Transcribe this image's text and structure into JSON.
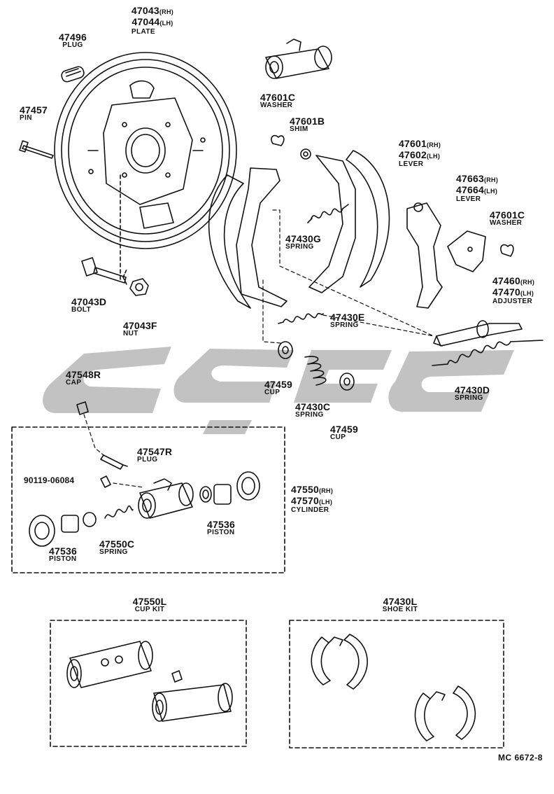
{
  "colors": {
    "ink": "#111111",
    "watermark": "#bdbdbd"
  },
  "watermark": {
    "text": "ىؤ غ",
    "kind": "logo"
  },
  "parts": {
    "plate": {
      "num_rh": "47043",
      "suf_rh": "(RH)",
      "num_lh": "47044",
      "suf_lh": "(LH)",
      "name": "PLATE"
    },
    "plug_top": {
      "num": "47496",
      "name": "PLUG"
    },
    "pin": {
      "num": "47457",
      "name": "PIN"
    },
    "bolt": {
      "num": "47043D",
      "name": "BOLT"
    },
    "nut": {
      "num": "47043F",
      "name": "NUT"
    },
    "washer1": {
      "num": "47601C",
      "name": "WASHER"
    },
    "shim": {
      "num": "47601B",
      "name": "SHIM"
    },
    "spring_g": {
      "num": "47430G",
      "name": "SPRING"
    },
    "lever1": {
      "num_rh": "47601",
      "suf_rh": "(RH)",
      "num_lh": "47602",
      "suf_lh": "(LH)",
      "name": "LEVER"
    },
    "lever2": {
      "num_rh": "47663",
      "suf_rh": "(RH)",
      "num_lh": "47664",
      "suf_lh": "(LH)",
      "name": "LEVER"
    },
    "washer2": {
      "num": "47601C",
      "name": "WASHER"
    },
    "adjuster": {
      "num_rh": "47460",
      "suf_rh": "(RH)",
      "num_lh": "47470",
      "suf_lh": "(LH)",
      "name": "ADJUSTER"
    },
    "spring_e": {
      "num": "47430E",
      "name": "SPRING"
    },
    "spring_d": {
      "num": "47430D",
      "name": "SPRING"
    },
    "cup_mid": {
      "num": "47459",
      "name": "CUP"
    },
    "spring_c": {
      "num": "47430C",
      "name": "SPRING"
    },
    "cup_low": {
      "num": "47459",
      "name": "CUP"
    },
    "cap": {
      "num": "47548R",
      "name": "CAP"
    },
    "plug_bleed": {
      "num": "47547R",
      "name": "PLUG"
    },
    "bolt_code": {
      "num": "90119-06084"
    },
    "cylinder": {
      "num_rh": "47550",
      "suf_rh": "(RH)",
      "num_lh": "47570",
      "suf_lh": "(LH)",
      "name": "CYLINDER"
    },
    "piston_r": {
      "num": "47536",
      "name": "PISTON"
    },
    "piston_l": {
      "num": "47536",
      "name": "PISTON"
    },
    "spring_cyl": {
      "num": "47550C",
      "name": "SPRING"
    },
    "cup_kit": {
      "num": "47550L",
      "name": "CUP KIT"
    },
    "shoe_kit": {
      "num": "47430L",
      "name": "SHOE KIT"
    }
  },
  "footer": {
    "ref": "MC  6672-8"
  }
}
